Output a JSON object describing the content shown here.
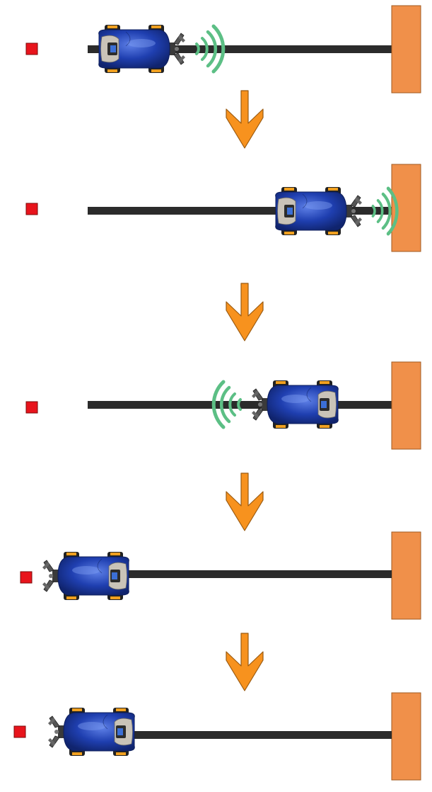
{
  "diagram": {
    "description_free": true,
    "colors": {
      "background": "#ffffff",
      "track": "#2b2b2b",
      "wall": "#f0904a",
      "wall_stroke": "#a05a20",
      "target_block": "#e8141c",
      "target_stroke": "#7a0a0a",
      "arrow": "#f7921e",
      "arrow_stroke": "#9a5a10",
      "sonar": "#5cbf85",
      "car_body": "#1f3fb0",
      "car_highlight": "#5d7fe6",
      "car_cabin": "#c9c3b8",
      "car_wheel": "#222222",
      "car_hub": "#f0a020",
      "gripper": "#4a4a4a"
    },
    "icons": [
      "target-block",
      "wall",
      "robot-car",
      "gripper",
      "ultrasonic-wave",
      "down-arrow"
    ],
    "steps": [
      {
        "label": "",
        "car_facing": "right",
        "sonar": true,
        "gripper_holding_block": false
      },
      {
        "label": "",
        "car_facing": "right",
        "sonar": true,
        "gripper_holding_block": false
      },
      {
        "label": "",
        "car_facing": "left",
        "sonar": true,
        "gripper_holding_block": false
      },
      {
        "label": "",
        "car_facing": "left",
        "sonar": false,
        "gripper_holding_block": false
      },
      {
        "label": "",
        "car_facing": "left",
        "sonar": false,
        "gripper_holding_block": true
      }
    ]
  }
}
